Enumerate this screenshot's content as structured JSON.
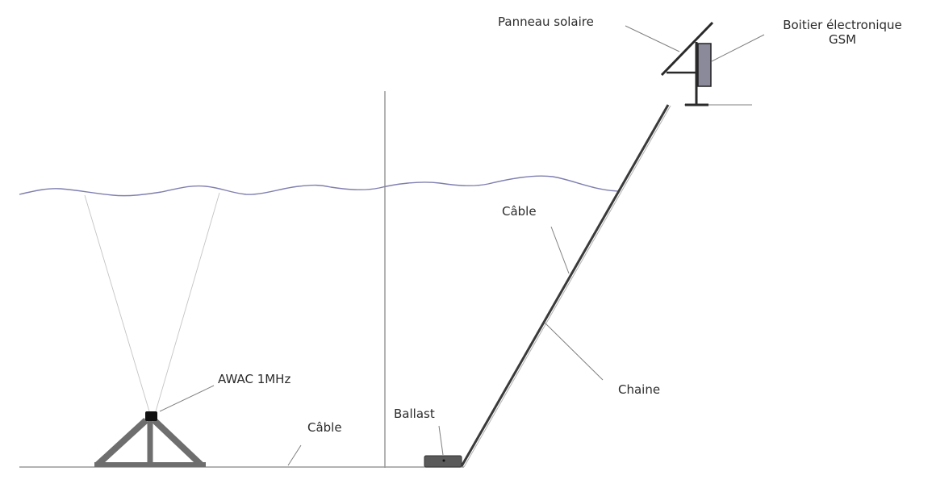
{
  "diagram": {
    "title": "",
    "labels": {
      "solar_panel": "Panneau solaire",
      "gsm_box_line1": "Boitier électronique",
      "gsm_box_line2": "GSM",
      "cable_upper": "Câble",
      "chain": "Chaine",
      "awac": "AWAC 1MHz",
      "cable_lower": "Câble",
      "ballast": "Ballast"
    },
    "colors": {
      "water_surface": "#7f7fb0",
      "structure": "#3a3a3a",
      "frame_gray": "#6e6e6e",
      "box_fill": "#8a8a9a",
      "leader_line": "#808080",
      "ground": "#9a9a9a",
      "text": "#2b2b2b"
    },
    "components": [
      "solar-panel",
      "gsm-electronic-box",
      "mast",
      "inclined-cable",
      "chain",
      "ballast",
      "seabed-cable",
      "awac-sensor",
      "tripod-frame",
      "water-surface",
      "vertical-reference-line"
    ]
  }
}
